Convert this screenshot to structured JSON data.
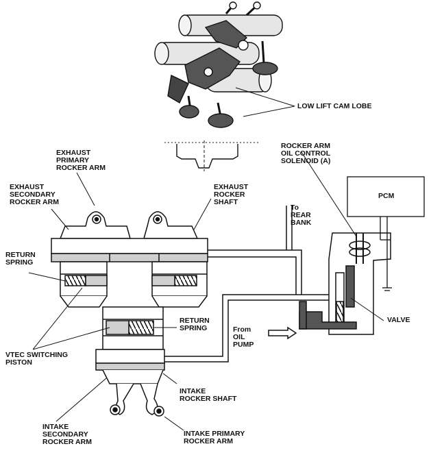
{
  "labels": {
    "low_lift_cam_lobe": "LOW LIFT CAM LOBE",
    "exhaust_primary_rocker_arm": "EXHAUST\nPRIMARY\nROCKER ARM",
    "exhaust_secondary_rocker_arm": "EXHAUST\nSECONDARY\nROCKER ARM",
    "exhaust_rocker_shaft": "EXHAUST\nROCKER\nSHAFT",
    "rocker_arm_oil_control_solenoid": "ROCKER ARM\nOIL CONTROL\nSOLENOID (A)",
    "pcm": "PCM",
    "to_rear_bank": "To\nREAR\nBANK",
    "return_spring_left": "RETURN\nSPRING",
    "return_spring_right": "RETURN\nSPRING",
    "valve": "VALVE",
    "from_oil_pump": "From\nOIL\nPUMP",
    "vtec_switching_piston": "VTEC SWITCHING\nPISTON",
    "intake_rocker_shaft": "INTAKE\nROCKER SHAFT",
    "intake_secondary_rocker_arm": "INTAKE\nSECONDARY\nROCKER ARM",
    "intake_primary_rocker_arm": "INTAKE PRIMARY\nROCKER ARM"
  },
  "colors": {
    "ink": "#111111",
    "oil_fill": "#cfcfcf",
    "dark_fill": "#555555"
  }
}
